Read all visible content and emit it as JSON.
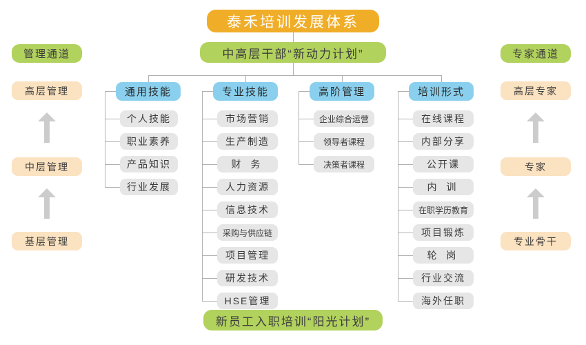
{
  "diagram": {
    "title": "泰禾培训发展体系",
    "subtitle": "中高层干部“新动力计划”",
    "footer": "新员工入职培训“阳光计划”"
  },
  "left_channel": {
    "header": "管理通道",
    "ranks": [
      "高层管理",
      "中层管理",
      "基层管理"
    ],
    "arrow_icon": "up-arrow-icon"
  },
  "right_channel": {
    "header": "专家通道",
    "ranks": [
      "高层专家",
      "专家",
      "专业骨干"
    ],
    "arrow_icon": "up-arrow-icon"
  },
  "columns": [
    {
      "header": "通用技能",
      "items": [
        "个人技能",
        "职业素养",
        "产品知识",
        "行业发展"
      ]
    },
    {
      "header": "专业技能",
      "items": [
        "市场营销",
        "生产制造",
        "财 务",
        "人力资源",
        "信息技术",
        "采购与供应链",
        "项目管理",
        "研发技术",
        "HSE管理"
      ]
    },
    {
      "header": "高阶管理",
      "items": [
        "企业综合运营",
        "领导者课程",
        "决策者课程"
      ]
    },
    {
      "header": "培训形式",
      "items": [
        "在线课程",
        "内部分享",
        "公开课",
        "内 训",
        "在职学历教育",
        "项目锻炼",
        "轮 岗",
        "行业交流",
        "海外任职"
      ]
    }
  ],
  "colors": {
    "title_bg": "#f0ad28",
    "green_bg": "#b2d25e",
    "blue_bg": "#8ad0ee",
    "peach_bg": "#fbe2c0",
    "leaf_bg": "#e6e6e6",
    "connector": "#b0b0b0",
    "arrow": "#cccccc"
  }
}
